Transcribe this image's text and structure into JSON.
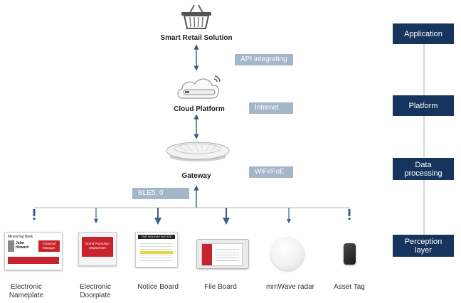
{
  "nodes": {
    "smart_retail": "Smart Retail Solution",
    "cloud_platform": "Cloud Platform",
    "gateway": "Gateway"
  },
  "tags": {
    "api": "API integrating",
    "internet": "Intrenet",
    "wifi": "WiFi/PoE",
    "ble": "BLE5. 0"
  },
  "layers": [
    "Application",
    "Platform",
    "Data processing",
    "Perception layer"
  ],
  "devices": [
    {
      "label": "Electronic Nameplate"
    },
    {
      "label": "Electronic Doorplate"
    },
    {
      "label": "Notice Board"
    },
    {
      "label": "File Board"
    },
    {
      "label": "mmWave radar"
    },
    {
      "label": "Asset Tag"
    }
  ],
  "device_screens": {
    "nameplate_brand": "MinewTag Bank",
    "nameplate_name": "John Howard",
    "nameplate_title": "Financial Manager",
    "doorplate_text": "Brand Promotion Department",
    "notice_header": "THE HOLIDAY NOTICE"
  },
  "colors": {
    "layer_bg": "#16345c",
    "tag_bg": "#a4b6c9",
    "line": "#3d5f86",
    "accent_red": "#c8232c"
  }
}
